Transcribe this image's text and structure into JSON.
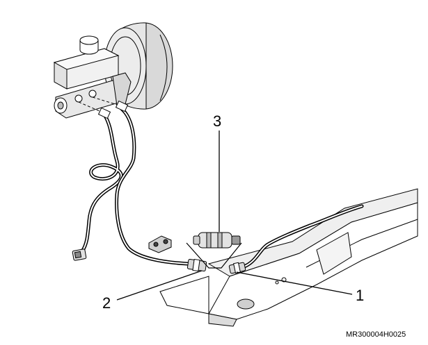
{
  "callouts": {
    "one": "1",
    "two": "2",
    "three": "3"
  },
  "reference_code": "MR300004H0025",
  "colors": {
    "line": "#000000",
    "fill": "#ffffff",
    "shade": "#d9d9d9"
  }
}
